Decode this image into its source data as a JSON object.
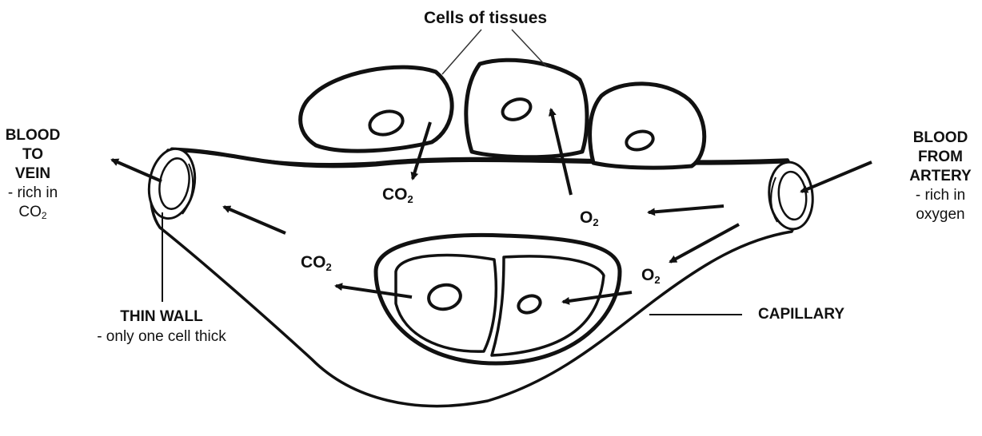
{
  "colors": {
    "stroke": "#111111",
    "background": "#ffffff"
  },
  "labels": {
    "cells_of_tissues": "Cells of tissues",
    "blood_to_vein": [
      "BLOOD",
      "TO",
      "VEIN"
    ],
    "blood_to_vein_note_prefix": "- rich in",
    "blood_to_vein_note_gas": "CO",
    "blood_to_vein_note_sub": "2",
    "blood_from_artery": [
      "BLOOD",
      "FROM",
      "ARTERY"
    ],
    "blood_from_artery_note": [
      "- rich in",
      "oxygen"
    ],
    "thin_wall": "THIN WALL",
    "thin_wall_note": "- only one cell thick",
    "capillary": "CAPILLARY"
  },
  "gas_labels": {
    "co2_top": {
      "base": "CO",
      "sub": "2"
    },
    "o2_top": {
      "base": "O",
      "sub": "2"
    },
    "co2_left": {
      "base": "CO",
      "sub": "2"
    },
    "o2_right": {
      "base": "O",
      "sub": "2"
    }
  }
}
